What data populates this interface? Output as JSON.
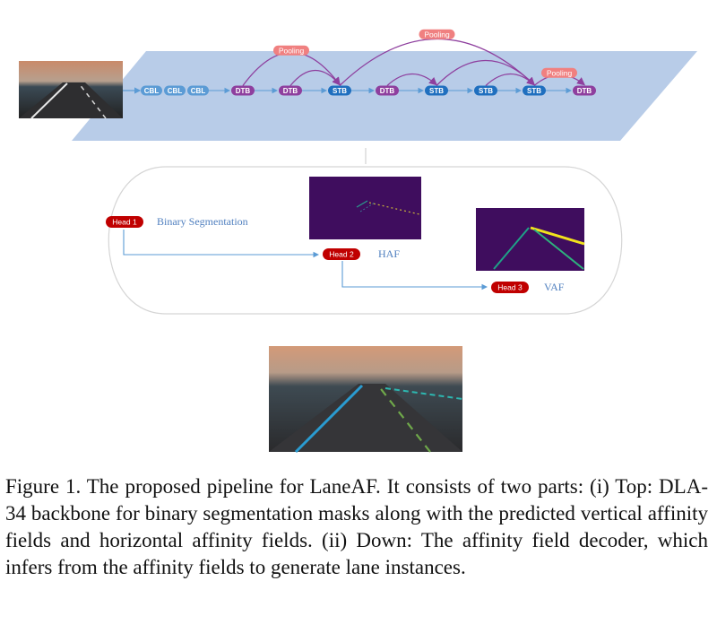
{
  "backbone": {
    "cbl_blocks": [
      "CBL",
      "CBL",
      "CBL"
    ],
    "stages": [
      "DTB",
      "DTB",
      "STB",
      "DTB",
      "STB",
      "STB",
      "STB",
      "DTB"
    ],
    "pooling_label": "Pooling",
    "colors": {
      "plane": "#b8cce8",
      "cbl": "#5b9bd5",
      "dtb": "#8e3f9e",
      "stb": "#1f6fbf",
      "pooling": "#f08080",
      "arc": "#8e3f9e",
      "arrow": "#5b9bd5"
    }
  },
  "decoder": {
    "heads": [
      {
        "tag": "Head 1",
        "label": "Binary Segmentation"
      },
      {
        "tag": "Head 2",
        "label": "HAF"
      },
      {
        "tag": "Head 3",
        "label": "VAF"
      }
    ],
    "head_color": "#c00000"
  },
  "caption": "Figure 1. The proposed pipeline for LaneAF. It consists of two parts: (i) Top: DLA-34 backbone for binary segmentation masks along with the predicted vertical affinity fields and horizontal affinity fields. (ii) Down: The affinity field decoder, which infers from the affinity fields to generate lane instances."
}
